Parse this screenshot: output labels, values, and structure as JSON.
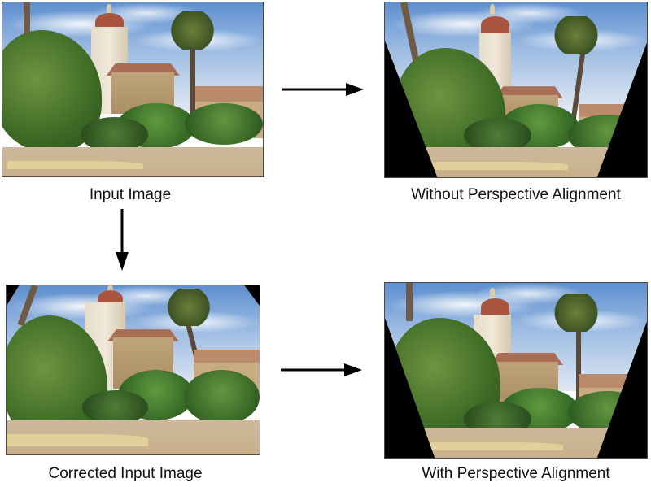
{
  "diagram": {
    "type": "image-processing-pipeline",
    "nodes": [
      {
        "id": "input",
        "caption": "Input Image"
      },
      {
        "id": "without",
        "caption": "Without Perspective Alignment"
      },
      {
        "id": "corrected",
        "caption": "Corrected Input Image"
      },
      {
        "id": "with",
        "caption": "With Perspective Alignment"
      }
    ],
    "edges": [
      {
        "from": "input",
        "to": "without",
        "direction": "right"
      },
      {
        "from": "input",
        "to": "corrected",
        "direction": "down"
      },
      {
        "from": "corrected",
        "to": "with",
        "direction": "right"
      }
    ],
    "image_subject": "campus clock tower with red dome, palm trees, sandstone buildings and plaza"
  },
  "colors": {
    "arrow": "#000000",
    "frame_border": "#4a4a4a",
    "mask": "#000000",
    "background": "#ffffff"
  }
}
